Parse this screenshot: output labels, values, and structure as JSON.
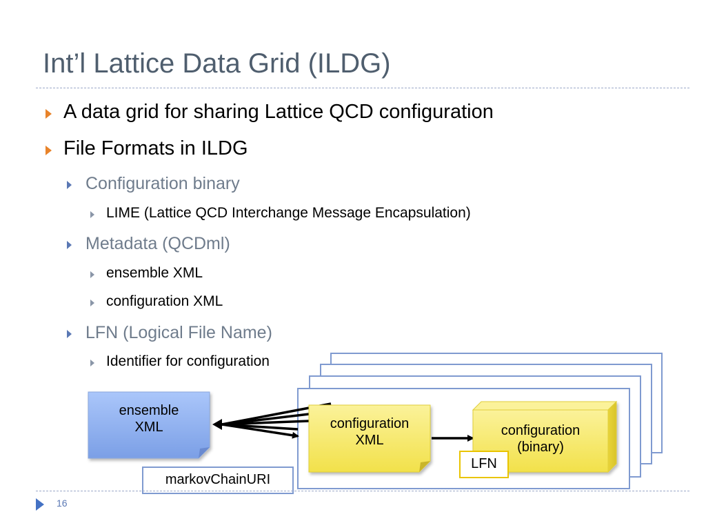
{
  "slide": {
    "title": "Int’l Lattice Data Grid (ILDG)",
    "page_number": "16"
  },
  "bullets": {
    "b1_1": "A data grid for sharing Lattice QCD configuration",
    "b1_2": "File Formats in ILDG",
    "b2_1": "Configuration binary",
    "b3_1": "LIME (Lattice QCD Interchange Message Encapsulation)",
    "b2_2": "Metadata (QCDml)",
    "b3_2": "ensemble XML",
    "b3_3": "configuration XML",
    "b2_3": "LFN (Logical File Name)",
    "b3_4": "Identifier for configuration"
  },
  "diagram": {
    "ensemble_line1": "ensemble",
    "ensemble_line2": "XML",
    "config_xml_line1": "configuration",
    "config_xml_line2": "XML",
    "config_bin_line1": "configuration",
    "config_bin_line2": "(binary)",
    "lfn": "LFN",
    "markov": "markovChainURI",
    "colors": {
      "blue_note": "#8fb0f0",
      "yellow_note": "#f7ea6a",
      "frame_border": "#7f9ad0",
      "lfn_border": "#e9c400"
    }
  }
}
